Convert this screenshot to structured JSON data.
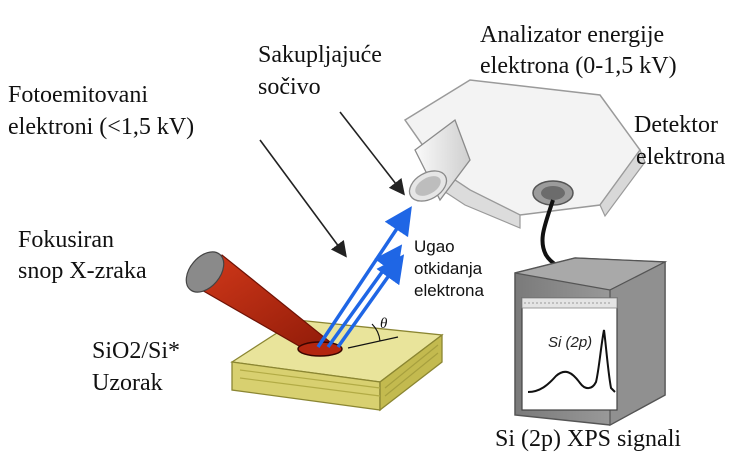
{
  "labels": {
    "analyzer_line1": "Analizator energije",
    "analyzer_line2": "elektrona (0-1,5 kV)",
    "lens_line1": "Sakupljajuće",
    "lens_line2": "sočivo",
    "photo_line1": "Fotoemitovani",
    "photo_line2": "elektroni (<1,5 kV)",
    "detector_line1": "Detektor",
    "detector_line2": "elektrona",
    "xray_line1": "Fokusiran",
    "xray_line2": "snop X-zraka",
    "angle_line1": "Ugao",
    "angle_line2": "otkidanja",
    "angle_line3": "elektrona",
    "sample_line1": "SiO2/Si*",
    "sample_line2": "Uzorak",
    "theta": "θ",
    "screen_label": "Si (2p)",
    "bottom_caption": "Si (2p) XPS signali"
  },
  "colors": {
    "xray_beam": "#b3260f",
    "electron_arrows": "#1f66e5",
    "sample_top": "#e9e49b",
    "sample_side": "#c9c15a",
    "analyzer_body": "#f2f2f2",
    "monitor_body": "#8d8d8d"
  }
}
